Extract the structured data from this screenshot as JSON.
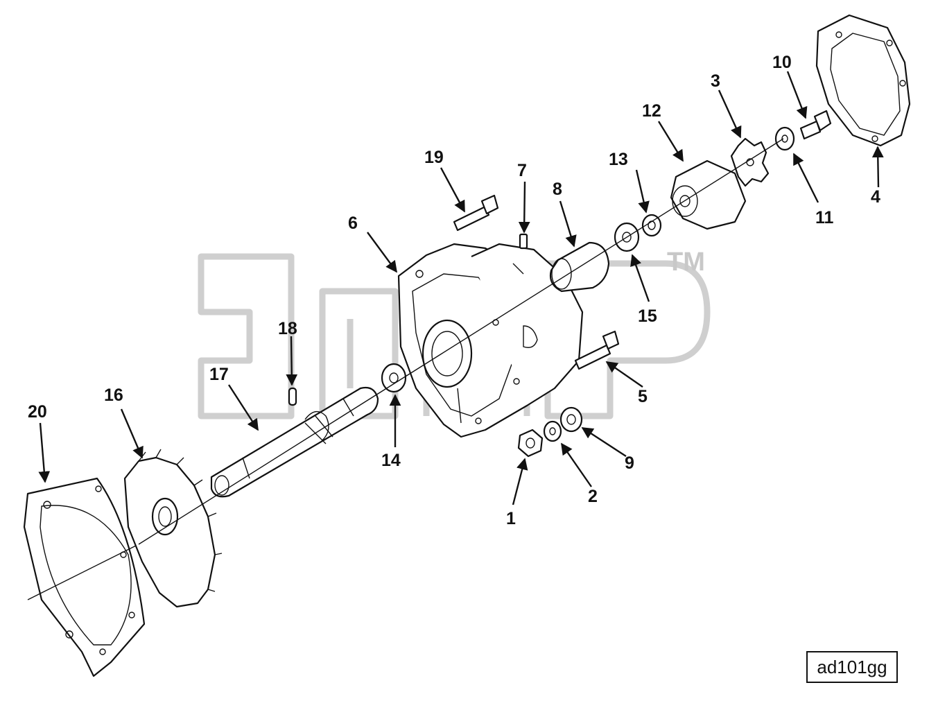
{
  "figure": {
    "reference_code": "ad101gg",
    "watermark_trademark": "TM",
    "callouts": {
      "c1": "1",
      "c2": "2",
      "c3": "3",
      "c4": "4",
      "c5": "5",
      "c6": "6",
      "c7": "7",
      "c8": "8",
      "c9": "9",
      "c10": "10",
      "c11": "11",
      "c12": "12",
      "c13": "13",
      "c14": "14",
      "c15": "15",
      "c16": "16",
      "c17": "17",
      "c18": "18",
      "c19": "19",
      "c20": "20"
    }
  },
  "colors": {
    "line": "#111111",
    "watermark": "#cfcfcf"
  }
}
